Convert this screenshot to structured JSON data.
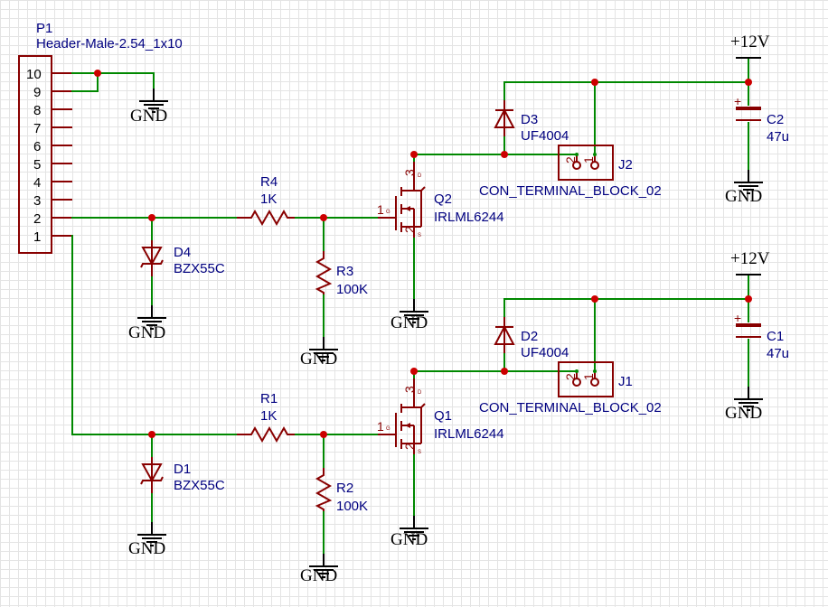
{
  "power_label": "+12V",
  "ground_label": "GND",
  "header": {
    "ref": "P1",
    "value": "Header-Male-2.54_1x10",
    "pins": [
      "10",
      "9",
      "8",
      "7",
      "6",
      "5",
      "4",
      "3",
      "2",
      "1"
    ]
  },
  "components": {
    "R4": {
      "ref": "R4",
      "value": "1K"
    },
    "R1": {
      "ref": "R1",
      "value": "1K"
    },
    "R3": {
      "ref": "R3",
      "value": "100K"
    },
    "R2": {
      "ref": "R2",
      "value": "100K"
    },
    "D4": {
      "ref": "D4",
      "value": "BZX55C"
    },
    "D1": {
      "ref": "D1",
      "value": "BZX55C"
    },
    "D3": {
      "ref": "D3",
      "value": "UF4004"
    },
    "D2": {
      "ref": "D2",
      "value": "UF4004"
    },
    "Q2": {
      "ref": "Q2",
      "value": "IRLML6244"
    },
    "Q1": {
      "ref": "Q1",
      "value": "IRLML6244"
    },
    "J2": {
      "ref": "J2",
      "value": "CON_TERMINAL_BLOCK_02"
    },
    "J1": {
      "ref": "J1",
      "value": "CON_TERMINAL_BLOCK_02"
    },
    "C2": {
      "ref": "C2",
      "value": "47u"
    },
    "C1": {
      "ref": "C1",
      "value": "47u"
    }
  },
  "mosfet_pins": {
    "gate": "1",
    "drain": "3",
    "source": "2",
    "g": "G",
    "d": "D",
    "s": "S"
  },
  "terminal_pins": [
    "2",
    "1"
  ],
  "cap_plus": "+"
}
